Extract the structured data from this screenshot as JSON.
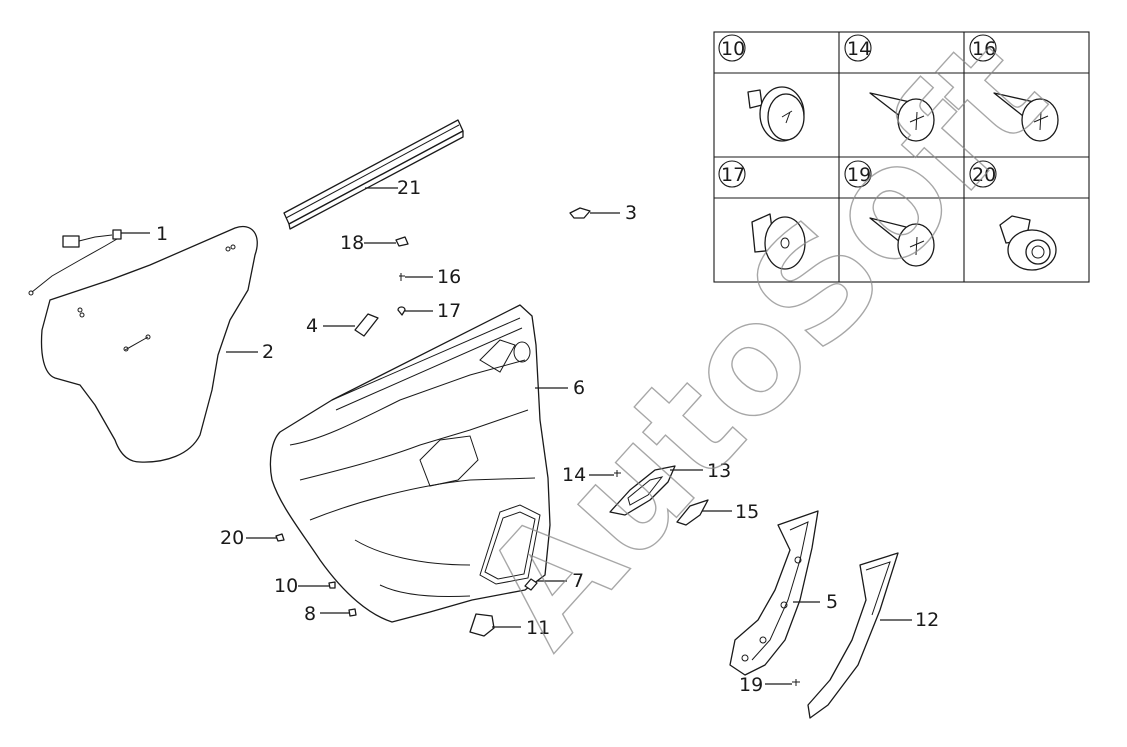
{
  "watermark": "AutoSoft",
  "callouts": {
    "c1": "1",
    "c2": "2",
    "c3": "3",
    "c4": "4",
    "c5": "5",
    "c6": "6",
    "c7": "7",
    "c8": "8",
    "c10": "10",
    "c11": "11",
    "c12": "12",
    "c13": "13",
    "c14": "14",
    "c15": "15",
    "c16": "16",
    "c17": "17",
    "c18": "18",
    "c19": "19",
    "c20": "20",
    "c21": "21"
  },
  "legend": {
    "cells": [
      "10",
      "14",
      "16",
      "17",
      "19",
      "20"
    ]
  },
  "colors": {
    "line": "#1a1a1a",
    "watermark": "#8a8a8a",
    "background": "#ffffff"
  }
}
